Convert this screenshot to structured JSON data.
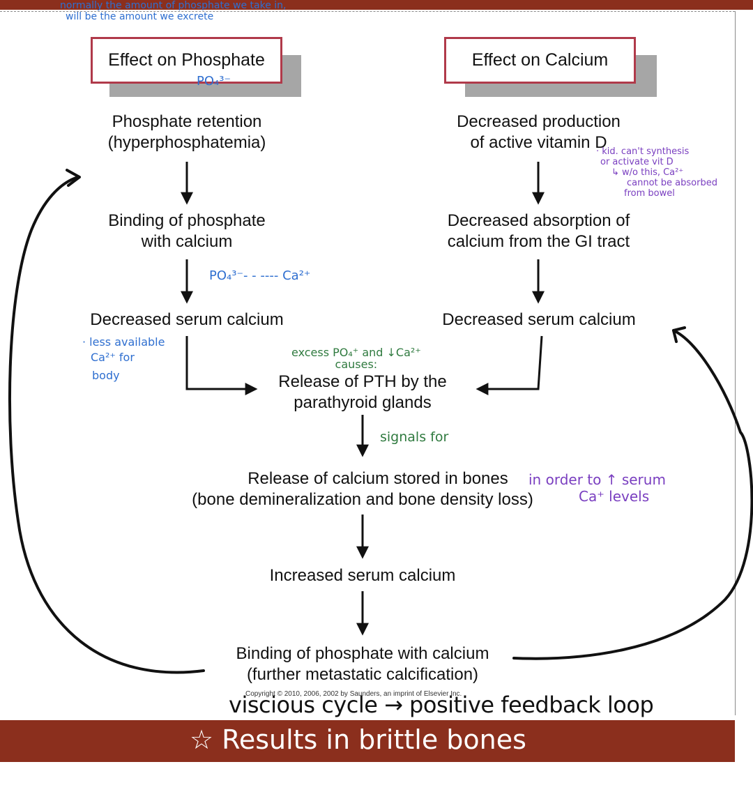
{
  "headers": {
    "left": "Effect on Phosphate",
    "right": "Effect on Calcium"
  },
  "nodes": {
    "phosphate_retention": [
      "Phosphate retention",
      "(hyperphosphatemia)"
    ],
    "binding_left": [
      "Binding of phosphate",
      "with calcium"
    ],
    "decreased_serum_left": "Decreased serum calcium",
    "decreased_production": [
      "Decreased production",
      "of active vitamin D"
    ],
    "decreased_absorption": [
      "Decreased absorption of",
      "calcium from the GI tract"
    ],
    "decreased_serum_right": "Decreased serum calcium",
    "release_pth": [
      "Release of PTH by the",
      "parathyroid glands"
    ],
    "release_calcium": [
      "Release of calcium stored in bones",
      "(bone demineralization and bone density loss)"
    ],
    "increased_serum": "Increased serum calcium",
    "binding_final": [
      "Binding of phosphate with calcium",
      "(further metastatic calcification)"
    ]
  },
  "copyright": "Copyright © 2010, 2006, 2002 by Saunders, an imprint of Elsevier Inc.",
  "annotations": {
    "top_note": [
      "normally the amount of phosphate we take in,",
      "will be the amount we excrete"
    ],
    "po4_label": "PO₄³⁻",
    "po4_ca": "PO₄³⁻- - ---- Ca²⁺",
    "less_available": [
      "· less available",
      "Ca²⁺ for",
      "body"
    ],
    "kidney_note": [
      "· kid. can't synthesis",
      "or activate vit D",
      "↳ w/o this, Ca²⁺",
      "cannot be absorbed",
      "from bowel"
    ],
    "excess_note": [
      "excess PO₄⁺ and ↓Ca²⁺",
      "causes:"
    ],
    "signals_for": "signals for",
    "in_order": [
      "in order to ↑ serum",
      "Ca⁺ levels"
    ],
    "vicious_cycle": "viscious cycle → positive feedback loop",
    "results": "☆ Results in brittle bones"
  }
}
